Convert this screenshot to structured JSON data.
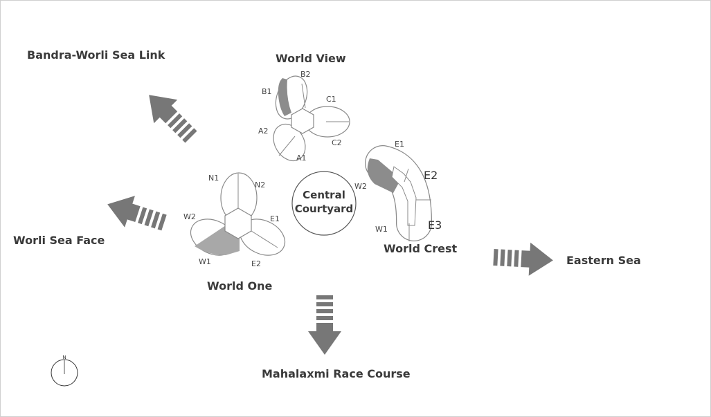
{
  "directions": {
    "bandra": "Bandra-Worli Sea Link",
    "worli": "Worli Sea Face",
    "eastern": "Eastern Sea",
    "mahalaxmi": "Mahalaxmi Race Course"
  },
  "central": {
    "line1": "Central",
    "line2": "Courtyard"
  },
  "world_view": {
    "name": "World View",
    "units": [
      "B2",
      "B1",
      "C1",
      "A2",
      "C2",
      "A1"
    ]
  },
  "world_one": {
    "name": "World One",
    "units": [
      "N1",
      "N2",
      "W2",
      "E1",
      "W1",
      "E2"
    ]
  },
  "world_crest": {
    "name": "World Crest",
    "units": [
      "E1",
      "E2",
      "W2",
      "E3",
      "W1"
    ]
  },
  "compass": {
    "label": "N"
  },
  "colors": {
    "arrow": "#777777",
    "shade": "#8c8c8c",
    "outline": "#8a8a8a"
  }
}
